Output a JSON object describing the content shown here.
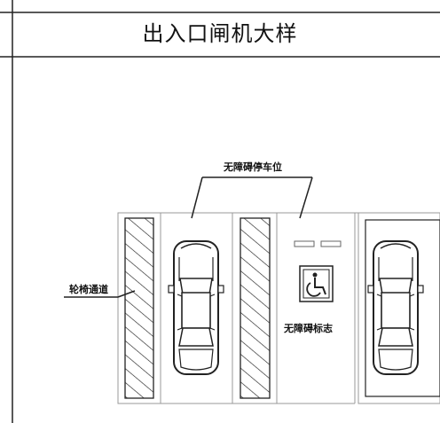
{
  "title": "出入口闸机大样",
  "labels": {
    "accessible_parking": "无障碍停车位",
    "wheelchair_path": "轮椅通道",
    "accessible_sign": "无障碍标志"
  },
  "icons": {
    "wheelchair": "wheelchair-icon"
  },
  "colors": {
    "line": "#222222",
    "light_line": "#999999"
  }
}
